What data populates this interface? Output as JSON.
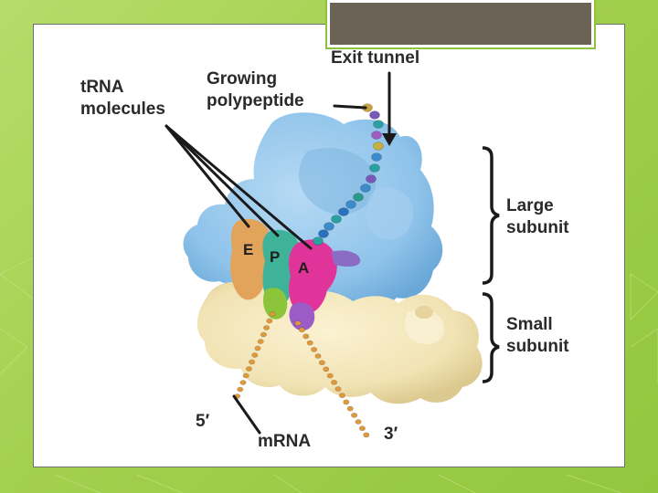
{
  "title_box": {
    "text": ""
  },
  "labels": {
    "exit_tunnel": "Exit tunnel",
    "growing_polypeptide": [
      "Growing",
      "polypeptide"
    ],
    "trna_molecules": [
      "tRNA",
      "molecules"
    ],
    "large_subunit": [
      "Large",
      "subunit"
    ],
    "small_subunit": [
      "Small",
      "subunit"
    ],
    "five_prime": "5′",
    "three_prime": "3′",
    "mrna": "mRNA"
  },
  "sites": {
    "e": "E",
    "p": "P",
    "a": "A"
  },
  "colors": {
    "large_subunit": "#8fc3ea",
    "small_subunit": "#f1e3b4",
    "e_site_trna": "#e2a45a",
    "p_site_trna": "#3fb39a",
    "a_site_trna": "#e0349a",
    "mrna_beads": "#e09a3c",
    "label_line": "#1a1a1a"
  }
}
